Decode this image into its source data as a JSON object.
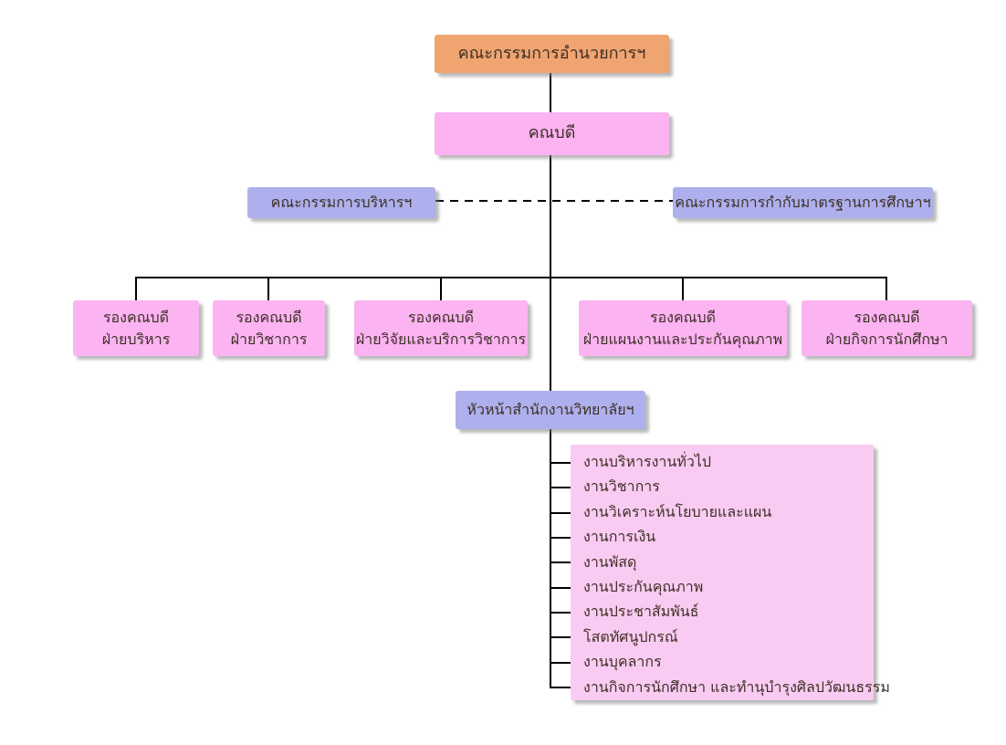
{
  "diagram": {
    "type": "org-chart",
    "nodes": {
      "steering_committee": {
        "label": "คณะกรรมการอำนวยการฯ"
      },
      "dean": {
        "label": "คณบดี"
      },
      "executive_committee": {
        "label": "คณะกรรมการบริหารฯ"
      },
      "education_standards_committee": {
        "label": "คณะกรรมการกำกับมาตรฐานการศึกษาฯ"
      },
      "deputies": [
        {
          "line1": "รองคณบดี",
          "line2": "ฝ่ายบริหาร"
        },
        {
          "line1": "รองคณบดี",
          "line2": "ฝ่ายวิชาการ"
        },
        {
          "line1": "รองคณบดี",
          "line2": "ฝ่ายวิจัยและบริการวิชาการ"
        },
        {
          "line1": "รองคณบดี",
          "line2": "ฝ่ายแผนงานและประกันคุณภาพ"
        },
        {
          "line1": "รองคณบดี",
          "line2": "ฝ่ายกิจการนักศึกษา"
        }
      ],
      "office_head": {
        "label": "หัวหน้าสำนักงานวิทยาลัยฯ"
      },
      "office_units": [
        "งานบริหารงานทั่วไป",
        "งานวิชาการ",
        "งานวิเคราะห์นโยบายและแผน",
        "งานการเงิน",
        "งานพัสดุ",
        "งานประกันคุณภาพ",
        "งานประชาสัมพันธ์",
        "โสตทัศนูปกรณ์",
        "งานบุคลากร",
        "งานกิจการนักศึกษา และทำนุบำรุงศิลปวัฒนธรรม"
      ]
    },
    "colors": {
      "steering_box": "#f0a470",
      "node_pink": "#fbb3f1",
      "units_panel_pink": "#facbf2",
      "committee_lavender": "#aeb0ed",
      "connector_line": "#000000",
      "text": "#3e3026",
      "background": "#ffffff"
    }
  }
}
